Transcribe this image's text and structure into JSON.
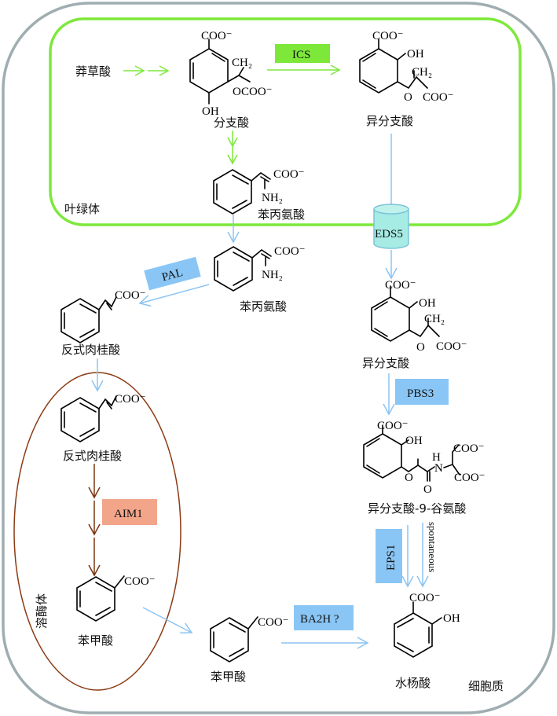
{
  "compartments": {
    "chloroplast": "叶绿体",
    "cytoplasm": "细胞质",
    "peroxisome": "溶酶体"
  },
  "compounds": {
    "shikimate": "莽草酸",
    "chorismate": "分支酸",
    "isochorismate_chloroplast": "异分支酸",
    "phenylalanine_chloroplast": "苯丙氨酸",
    "phenylalanine_cytoplasm": "苯丙氨酸",
    "cinnamate_cytoplasm": "反式肉桂酸",
    "cinnamate_peroxisome": "反式肉桂酸",
    "benzoate_peroxisome": "苯甲酸",
    "benzoate_cytoplasm": "苯甲酸",
    "isochorismate_cytoplasm": "异分支酸",
    "ic9glu": "异分支酸-9-谷氨酸",
    "salicylate": "水杨酸"
  },
  "enzymes": {
    "ics": "ICS",
    "eds5": "EDS5",
    "pal": "PAL",
    "pbs3": "PBS3",
    "eps1": "EPS1",
    "aim1": "AIM1",
    "ba2h": "BA2H ?"
  },
  "annotations": {
    "spontaneous": "spontaneous"
  },
  "chem_labels": {
    "coo": "COO⁻",
    "oh": "OH",
    "ch2": "CH₂",
    "nh2": "NH₂",
    "o": "O",
    "n": "N",
    "h": "H"
  },
  "colors": {
    "cell_border": "#9fadb1",
    "chloroplast_border": "#7de83a",
    "peroxisome_border": "#8b3a12",
    "green_arrow": "#7de83a",
    "blue_arrow": "#8cc4f2",
    "brown_arrow": "#7a3510",
    "ics_box": "#7de83a",
    "blue_box": "#8ac6f5",
    "aim1_box": "#f3a58a",
    "eds5_fill": "#a6ebe4"
  }
}
